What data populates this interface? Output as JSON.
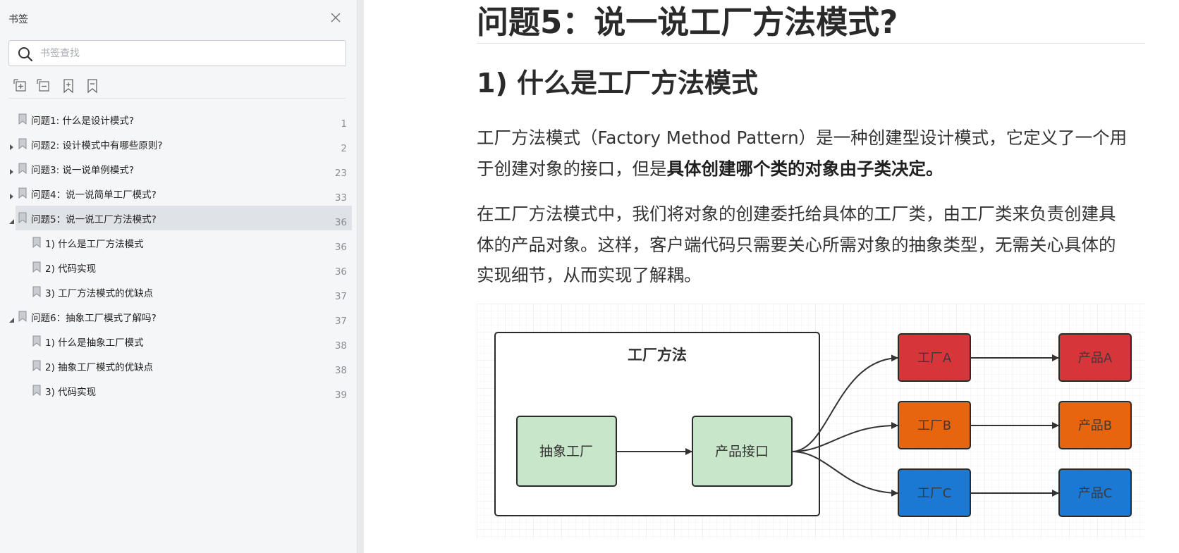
{
  "sidebar": {
    "title": "书签",
    "search_placeholder": "书签查找",
    "bookmarks": [
      {
        "label": "问题1: 什么是设计模式?",
        "page": "1",
        "level": 0,
        "arrow": "none"
      },
      {
        "label": "问题2: 设计模式中有哪些原则?",
        "page": "2",
        "level": 0,
        "arrow": "collapsed"
      },
      {
        "label": "问题3: 说一说单例模式?",
        "page": "23",
        "level": 0,
        "arrow": "collapsed"
      },
      {
        "label": "问题4：说一说简单工厂模式?",
        "page": "33",
        "level": 0,
        "arrow": "collapsed"
      },
      {
        "label": "问题5：说一说工厂方法模式?",
        "page": "36",
        "level": 0,
        "arrow": "expanded",
        "active": true
      },
      {
        "label": "1) 什么是工厂方法模式",
        "page": "36",
        "level": 1,
        "arrow": "none"
      },
      {
        "label": "2) 代码实现",
        "page": "36",
        "level": 1,
        "arrow": "none"
      },
      {
        "label": "3) 工厂方法模式的优缺点",
        "page": "37",
        "level": 1,
        "arrow": "none"
      },
      {
        "label": "问题6：抽象工厂模式了解吗?",
        "page": "37",
        "level": 0,
        "arrow": "expanded"
      },
      {
        "label": "1) 什么是抽象工厂模式",
        "page": "38",
        "level": 1,
        "arrow": "none"
      },
      {
        "label": "2) 抽象工厂模式的优缺点",
        "page": "38",
        "level": 1,
        "arrow": "none"
      },
      {
        "label": "3) 代码实现",
        "page": "39",
        "level": 1,
        "arrow": "none"
      }
    ]
  },
  "document": {
    "heading": "问题5：说一说工厂方法模式?",
    "subheading": "1) 什么是工厂方法模式",
    "paragraph1_normal": "工厂方法模式（Factory Method Pattern）是一种创建型设计模式，它定义了一个用于创建对象的接口，但是",
    "paragraph1_bold": "具体创建哪个类的对象由子类决定。",
    "paragraph2": "在工厂方法模式中，我们将对象的创建委托给具体的工厂类，由工厂类来负责创建具体的产品对象。这样，客户端代码只需要关心所需对象的抽象类型，无需关心具体的实现细节，从而实现了解耦。"
  },
  "diagram": {
    "group_title": "工厂方法",
    "abstract_factory": "抽象工厂",
    "product_interface": "产品接口",
    "factories": [
      {
        "label": "工厂A",
        "color": "#d6353a"
      },
      {
        "label": "工厂B",
        "color": "#e8650f"
      },
      {
        "label": "工厂C",
        "color": "#1b78d3"
      }
    ],
    "products": [
      {
        "label": "产品A",
        "color": "#d6353a"
      },
      {
        "label": "产品B",
        "color": "#e8650f"
      },
      {
        "label": "产品C",
        "color": "#1b78d3"
      }
    ],
    "green_fill": "#c8e6c9"
  }
}
